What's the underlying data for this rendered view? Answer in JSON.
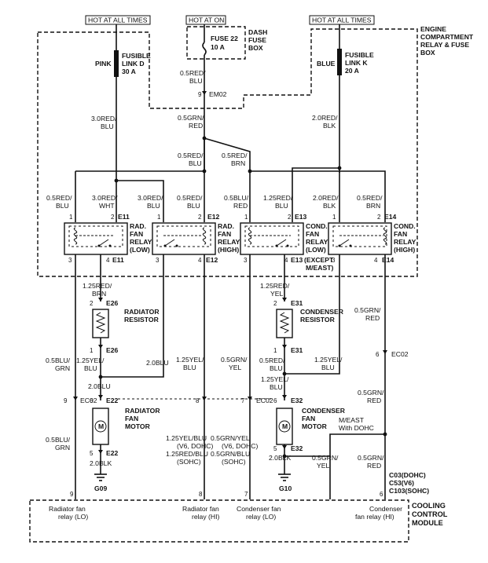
{
  "headers": {
    "hot_all_times_left": "HOT AT ALL TIMES",
    "hot_at_on": "HOT AT ON",
    "hot_all_times_right": "HOT AT ALL TIMES"
  },
  "boxes": {
    "dash_fuse_box": [
      "DASH",
      "FUSE",
      "BOX"
    ],
    "engine_compartment": [
      "ENGINE",
      "COMPARTMENT",
      "RELAY & FUSE",
      "BOX"
    ],
    "cooling_control_module": [
      "COOLING",
      "CONTROL",
      "MODULE"
    ]
  },
  "fuses": {
    "fusible_link_d": [
      "FUSIBLE",
      "LINK D",
      "30 A"
    ],
    "fusible_link_d_color": "PINK",
    "fuse_22": [
      "FUSE 22",
      "10 A"
    ],
    "fusible_link_k": [
      "FUSIBLE",
      "LINK K",
      "20 A"
    ],
    "fusible_link_k_color": "BLUE"
  },
  "wires": {
    "w_05redblu_top": [
      "0.5RED/",
      "BLU"
    ],
    "em02_pin": "9",
    "em02": "EM02",
    "w_30redblu": [
      "3.0RED/",
      "BLU"
    ],
    "w_05grnred": [
      "0.5GRN/",
      "RED"
    ],
    "w_20redblk": [
      "2.0RED/",
      "BLK"
    ],
    "w_05redblu_mid": [
      "0.5RED/",
      "BLU"
    ],
    "w_05redbrn_mid": [
      "0.5RED/",
      "BRN"
    ],
    "r1_w1": [
      "0.5RED/",
      "BLU"
    ],
    "r1_w2": [
      "3.0RED/",
      "WHT"
    ],
    "r2_w1": [
      "3.0RED/",
      "BLU"
    ],
    "r2_w2": [
      "0.5RED/",
      "BLU"
    ],
    "r3_w1": [
      "0.5BLU/",
      "RED"
    ],
    "r3_w2": [
      "1.25RED/",
      "BLU"
    ],
    "r4_w1": [
      "2.0RED/",
      "BLK"
    ],
    "r4_w2": [
      "0.5RED/",
      "BRN"
    ],
    "w_125redbrn": [
      "1.25RED/",
      "BRN"
    ],
    "w_125redyel": [
      "1.25RED/",
      "YEL"
    ],
    "w_05grnred_r": [
      "0.5GRN/",
      "RED"
    ],
    "w_05blugrn": [
      "0.5BLU/",
      "GRN"
    ],
    "w_125yelblu_l": [
      "1.25YEL/",
      "BLU"
    ],
    "w_20blu_r": "2.0BLU",
    "w_125yelblu_m": [
      "1.25YEL/",
      "BLU"
    ],
    "w_05grnyel": [
      "0.5GRN/",
      "YEL"
    ],
    "w_05redblu_c": [
      "0.5RED/",
      "BLU"
    ],
    "w_125yelblu_c": [
      "1.25YEL/",
      "BLU"
    ],
    "w_125yelblu_c2": [
      "1.25YEL/",
      "BLU"
    ],
    "ec02_r_pin": "6",
    "ec02_r": "EC02",
    "w_20blu_l": "2.0BLU",
    "ec02_l_pin": "9",
    "ec02_l": "EC02",
    "ec02_m_pin": "8",
    "ec02_m2_pin": "7",
    "ec02_m": "EC02",
    "w_05grnred_r2": [
      "0.5GRN/",
      "RED"
    ],
    "w_05blugrn2": [
      "0.5BLU/",
      "GRN"
    ],
    "mid_multi_a": [
      "1.25YEL/BLU",
      "(V6, DOHC)",
      "1.25RED/BLU",
      "(SOHC)"
    ],
    "mid_multi_b": [
      "0.5GRN/YEL",
      "(V6, DOHC)",
      "0.5GRN/BLU",
      "(SOHC)"
    ],
    "meast": [
      "M/EAST",
      "With DOHC"
    ],
    "w_20blk_l": "2.0BLK",
    "w_20blk_r": "2.0BLK",
    "w_05grnyel_b": [
      "0.5GRN/",
      "YEL"
    ],
    "w_05grnred_b": [
      "0.5GRN/",
      "RED"
    ],
    "conn_codes": [
      "C03(DOHC)",
      "C53(V6)",
      "C103(SOHC)"
    ]
  },
  "relays": [
    {
      "id": "E11",
      "label": [
        "RAD.",
        "FAN",
        "RELAY",
        "(LOW)"
      ],
      "pins": [
        "1",
        "2",
        "3",
        "4"
      ]
    },
    {
      "id": "E12",
      "label": [
        "RAD.",
        "FAN",
        "RELAY",
        "(HIGH)"
      ],
      "pins": [
        "1",
        "2",
        "3",
        "4"
      ]
    },
    {
      "id": "E13",
      "label": [
        "COND.",
        "FAN",
        "RELAY",
        "(LOW)"
      ],
      "pins": [
        "1",
        "2",
        "3",
        "4"
      ],
      "note": [
        "(EXCEPT",
        "M/EAST)"
      ]
    },
    {
      "id": "E14",
      "label": [
        "COND.",
        "FAN",
        "RELAY",
        "(HIGH)"
      ],
      "pins": [
        "1",
        "2",
        "3",
        "4"
      ]
    }
  ],
  "components": {
    "radiator_resistor": [
      "RADIATOR",
      "RESISTOR"
    ],
    "condenser_resistor": [
      "CONDENSER",
      "RESISTOR"
    ],
    "radiator_motor": [
      "RADIATOR",
      "FAN",
      "MOTOR"
    ],
    "condenser_motor": [
      "CONDENSER",
      "FAN",
      "MOTOR"
    ],
    "motor_symbol": "M",
    "e26": "E26",
    "e31": "E31",
    "e22": "E22",
    "e32": "E32",
    "pin1": "1",
    "pin2": "2",
    "pin5": "5",
    "pin6": "6",
    "ground_g09": "G09",
    "ground_g10": "G10"
  },
  "module_pins": {
    "p9": "9",
    "p8": "8",
    "p7": "7",
    "p6": "6",
    "lbl_rad_lo": [
      "Radiator fan",
      "relay (LO)"
    ],
    "lbl_rad_hi": [
      "Radiator fan",
      "relay (HI)"
    ],
    "lbl_cond_lo": [
      "Condenser fan",
      "relay (LO)"
    ],
    "lbl_cond_hi": [
      "Condenser",
      "fan relay (HI)"
    ]
  }
}
